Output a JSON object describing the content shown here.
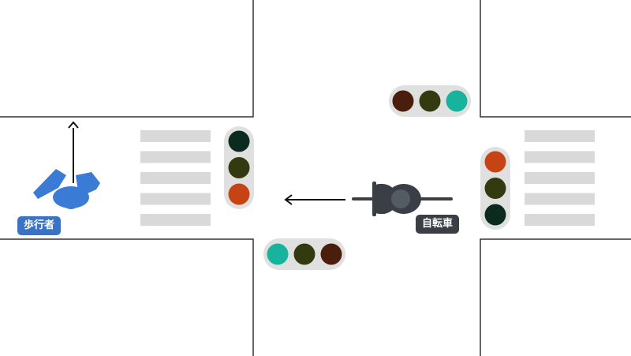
{
  "labels": {
    "pedestrian": "歩行者",
    "bicycle": "自転車"
  },
  "colors": {
    "background": "#ffffff",
    "road_edge": "#333333",
    "crosswalk_stripe": "#d9d9d9",
    "signal_housing": "#e0e0e0",
    "lamp_green_on": "#17b39c",
    "lamp_red_on": "#c64314",
    "lamp_yellow_off": "#333a10",
    "lamp_red_off": "#4a1d0c",
    "lamp_green_off": "#0b2b1e",
    "pedestrian": "#3a7bd5",
    "pedestrian_tag": "#3a72c6",
    "bicycle": "#3a3f45",
    "bicycle_tag": "#3a3f45",
    "arrow": "#111111"
  },
  "signals": [
    {
      "id": "signal-top-right",
      "orientation": "horizontal",
      "lamps": [
        "red-off",
        "yellow-off",
        "green-on"
      ]
    },
    {
      "id": "signal-bottom-center",
      "orientation": "horizontal",
      "lamps": [
        "green-on",
        "yellow-off",
        "red-off"
      ]
    },
    {
      "id": "signal-left-center",
      "orientation": "vertical",
      "lamps": [
        "green-off",
        "yellow-off",
        "red-on"
      ]
    },
    {
      "id": "signal-right-center",
      "orientation": "vertical",
      "lamps": [
        "red-on",
        "yellow-off",
        "green-off"
      ]
    }
  ],
  "crosswalks": [
    {
      "id": "crosswalk-left",
      "stripes": 5
    },
    {
      "id": "crosswalk-right",
      "stripes": 5
    }
  ],
  "movements": {
    "pedestrian": "north",
    "bicycle": "west"
  }
}
